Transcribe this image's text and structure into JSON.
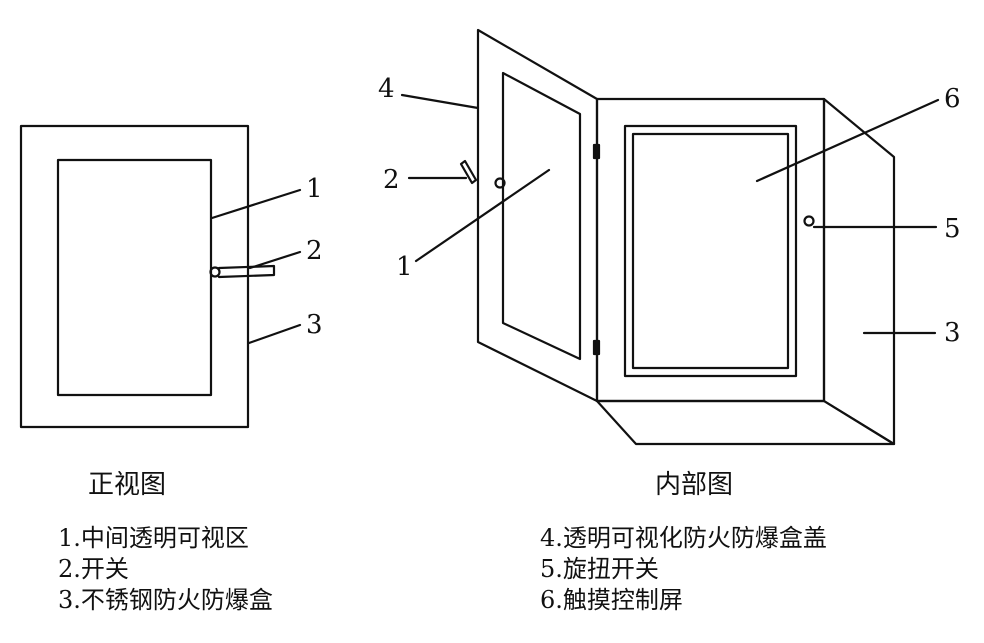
{
  "front_view": {
    "caption": "正视图",
    "callouts": {
      "c1": "1",
      "c2": "2",
      "c3": "3"
    }
  },
  "internal_view": {
    "caption": "内部图",
    "callouts": {
      "c4": "4",
      "c2": "2",
      "c1": "1",
      "c6": "6",
      "c5": "5",
      "c3": "3"
    }
  },
  "legend_left": [
    "1.中间透明可视区",
    "2.开关",
    "3.不锈钢防火防爆盒"
  ],
  "legend_right": [
    "4.透明可视化防火防爆盒盖",
    "5.旋扭开关",
    "6.触摸控制屏"
  ]
}
